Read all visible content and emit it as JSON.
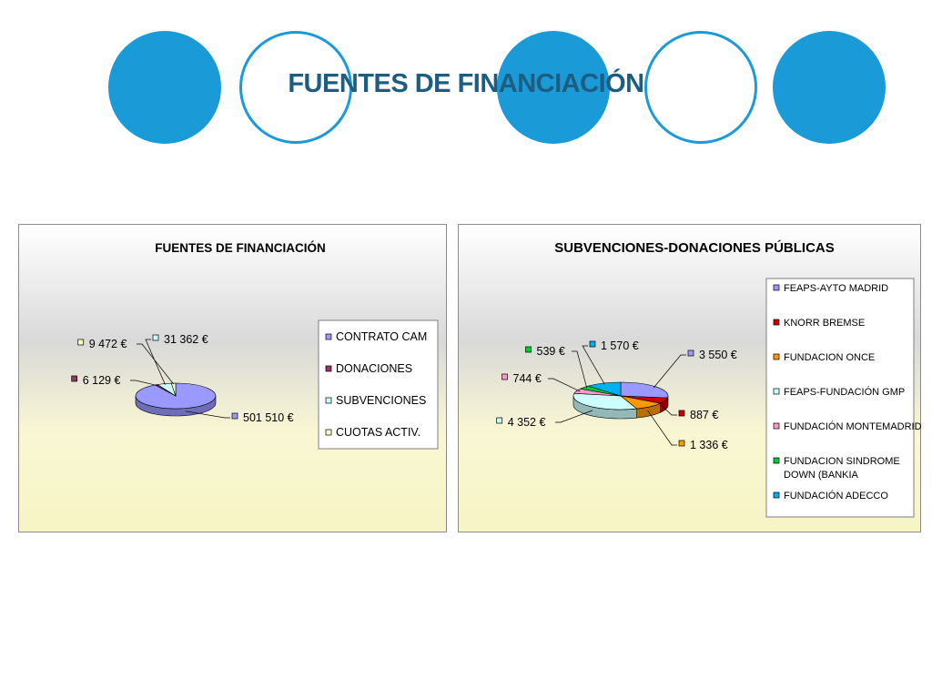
{
  "slide": {
    "title": "FUENTES DE FINANCIACIÓN",
    "accent_color": "#1a9ad6",
    "title_color": "#1e5d82"
  },
  "chart_data": [
    {
      "type": "pie",
      "title": "FUENTES DE FINANCIACIÓN",
      "legend_position": "right",
      "series": [
        {
          "labels": [
            "CONTRATO CAM",
            "DONACIONES",
            "SUBVENCIONES",
            "CUOTAS ACTIV."
          ],
          "values": [
            501510,
            6129,
            31362,
            9472
          ],
          "data_labels": [
            "501 510 €",
            "6 129 €",
            "31 362 €",
            "9 472 €"
          ],
          "colors": [
            "#9999ff",
            "#993366",
            "#ccffff",
            "#ffffcc"
          ]
        }
      ]
    },
    {
      "type": "pie",
      "title": "SUBVENCIONES-DONACIONES PÚBLICAS",
      "legend_position": "right",
      "series": [
        {
          "labels": [
            "FEAPS-AYTO MADRID",
            "KNORR BREMSE",
            "FUNDACION ONCE",
            "FEAPS-FUNDACIÓN GMP",
            "FUNDACIÓN MONTEMADRID",
            "FUNDACION SINDROME DOWN (BANKIA",
            "FUNDACIÓN ADECCO"
          ],
          "values": [
            3550,
            887,
            1336,
            4352,
            744,
            539,
            1570
          ],
          "data_labels": [
            "3 550 €",
            "887 €",
            "1 336 €",
            "4 352 €",
            "744 €",
            "539 €",
            "1 570 €"
          ],
          "colors": [
            "#9999ff",
            "#cc0000",
            "#ff9900",
            "#ccffff",
            "#ff99cc",
            "#00cc33",
            "#00b0f0"
          ]
        }
      ]
    }
  ]
}
